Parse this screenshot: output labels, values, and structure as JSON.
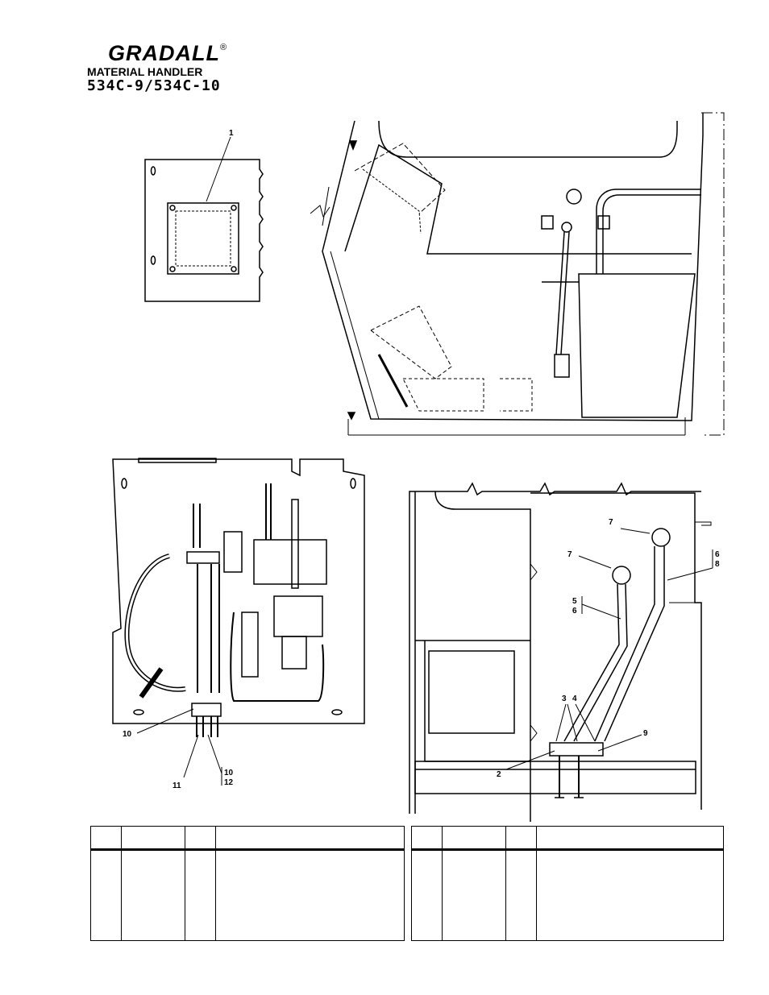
{
  "header": {
    "brand": "GRADALL",
    "registered": "®",
    "subtitle": "MATERIAL HANDLER",
    "model": "534C-9/534C-10"
  },
  "callouts": {
    "c1": "1",
    "c2": "2",
    "c3": "3",
    "c4": "4",
    "c5": "5",
    "c6a": "6",
    "c6b": "6",
    "c7a": "7",
    "c7b": "7",
    "c8": "8",
    "c9": "9",
    "c10a": "10",
    "c10b": "10",
    "c11": "11",
    "c12": "12"
  }
}
